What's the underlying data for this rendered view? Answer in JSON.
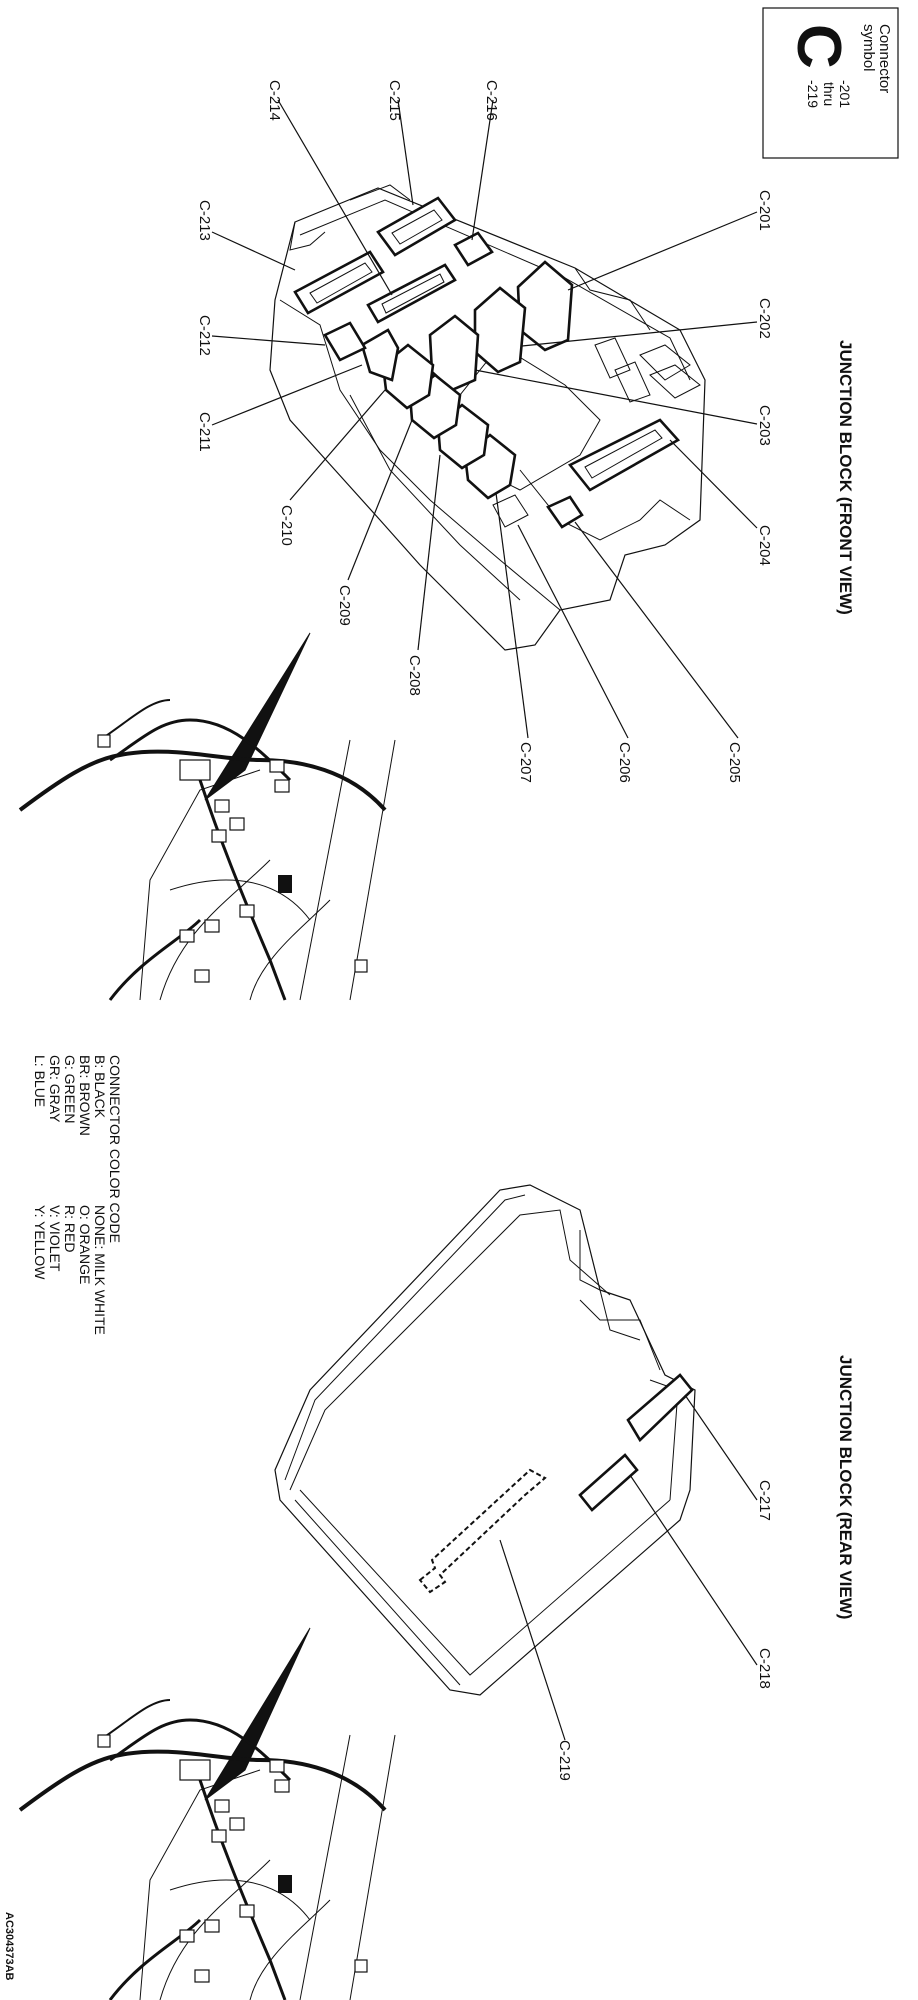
{
  "connector_symbol": {
    "label_line1": "Connector",
    "label_line2": "symbol",
    "letter": "C",
    "range_from": "-201",
    "range_thru": "thru",
    "range_to": "-219"
  },
  "front_view": {
    "title": "JUNCTION BLOCK (FRONT VIEW)",
    "labels": {
      "c201": "C-201",
      "c202": "C-202",
      "c203": "C-203",
      "c204": "C-204",
      "c205": "C-205",
      "c206": "C-206",
      "c207": "C-207",
      "c208": "C-208",
      "c209": "C-209",
      "c210": "C-210",
      "c211": "C-211",
      "c212": "C-212",
      "c213": "C-213",
      "c214": "C-214",
      "c215": "C-215",
      "c216": "C-216"
    }
  },
  "rear_view": {
    "title": "JUNCTION BLOCK (REAR VIEW)",
    "labels": {
      "c217": "C-217",
      "c218": "C-218",
      "c219": "C-219"
    }
  },
  "color_code": {
    "heading": "CONNECTOR COLOR CODE",
    "col1": [
      "B: BLACK",
      "BR: BROWN",
      "G: GREEN",
      "GR: GRAY",
      "L: BLUE"
    ],
    "col2": [
      "NONE: MILK WHITE",
      "O: ORANGE",
      "R: RED",
      "V: VIOLET",
      "Y: YELLOW"
    ]
  },
  "figure_id": "AC304373AB"
}
